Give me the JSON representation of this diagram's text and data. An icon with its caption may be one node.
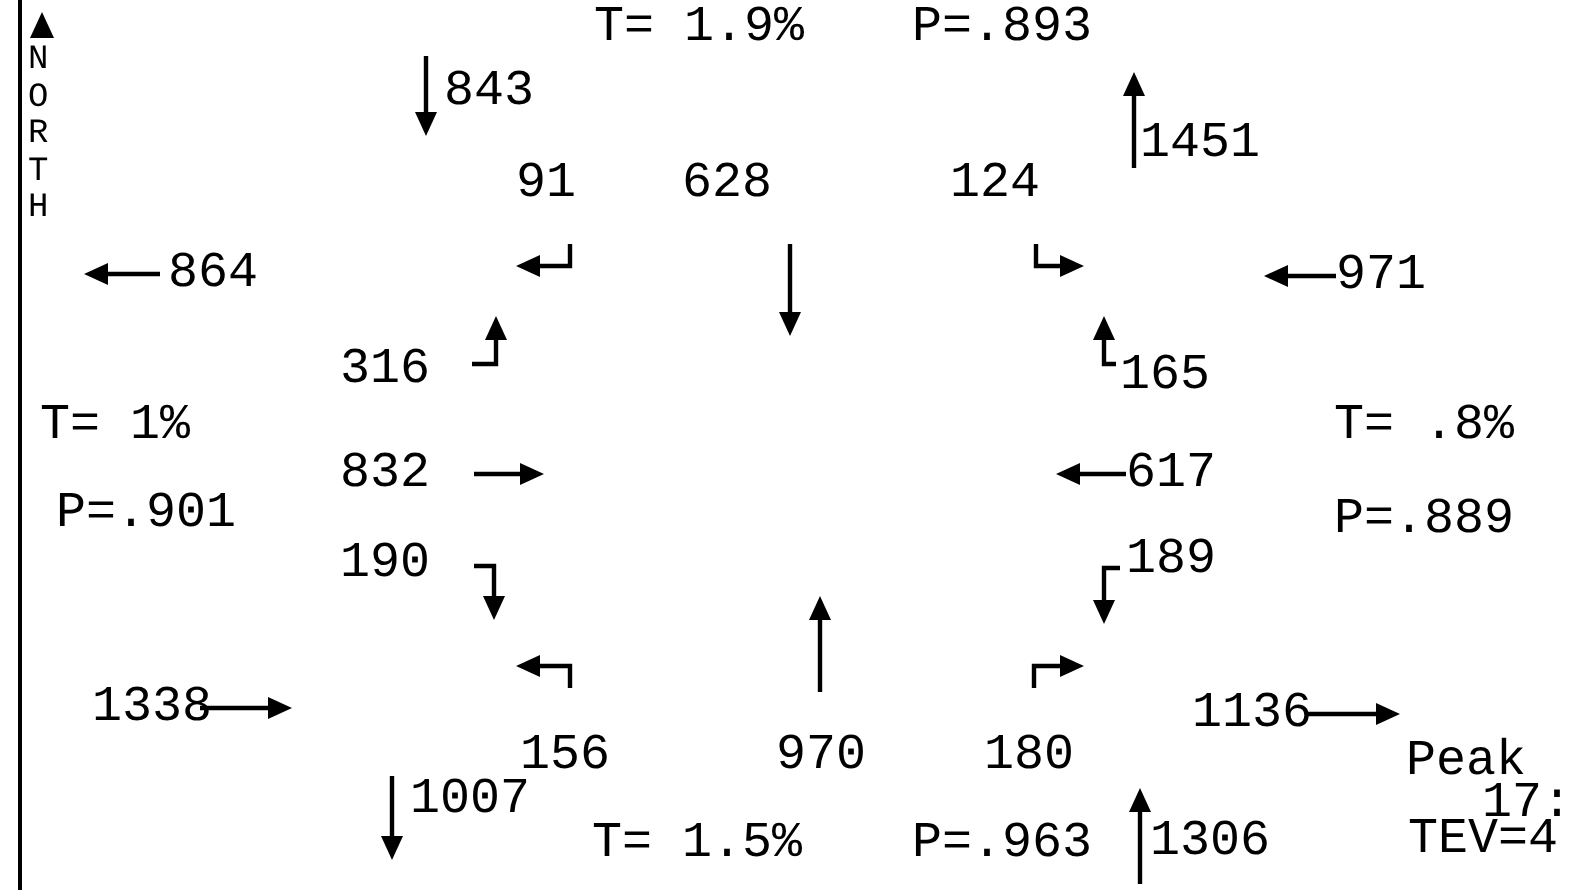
{
  "diagram": {
    "labels": [
      "NORTH",
      "T= 1.9%",
      "P=.893",
      "843",
      "1451",
      "91",
      "628",
      "124",
      "864",
      "971",
      "316",
      "165",
      "T= 1%",
      "T= .8%",
      "832",
      "617",
      "P=.901",
      "P=.889",
      "190",
      "189",
      "1338",
      "1136",
      "156",
      "970",
      "180",
      "Peak",
      "1007",
      "17:",
      "T= 1.5%",
      "P=.963",
      "1306",
      "TEV=4"
    ]
  }
}
